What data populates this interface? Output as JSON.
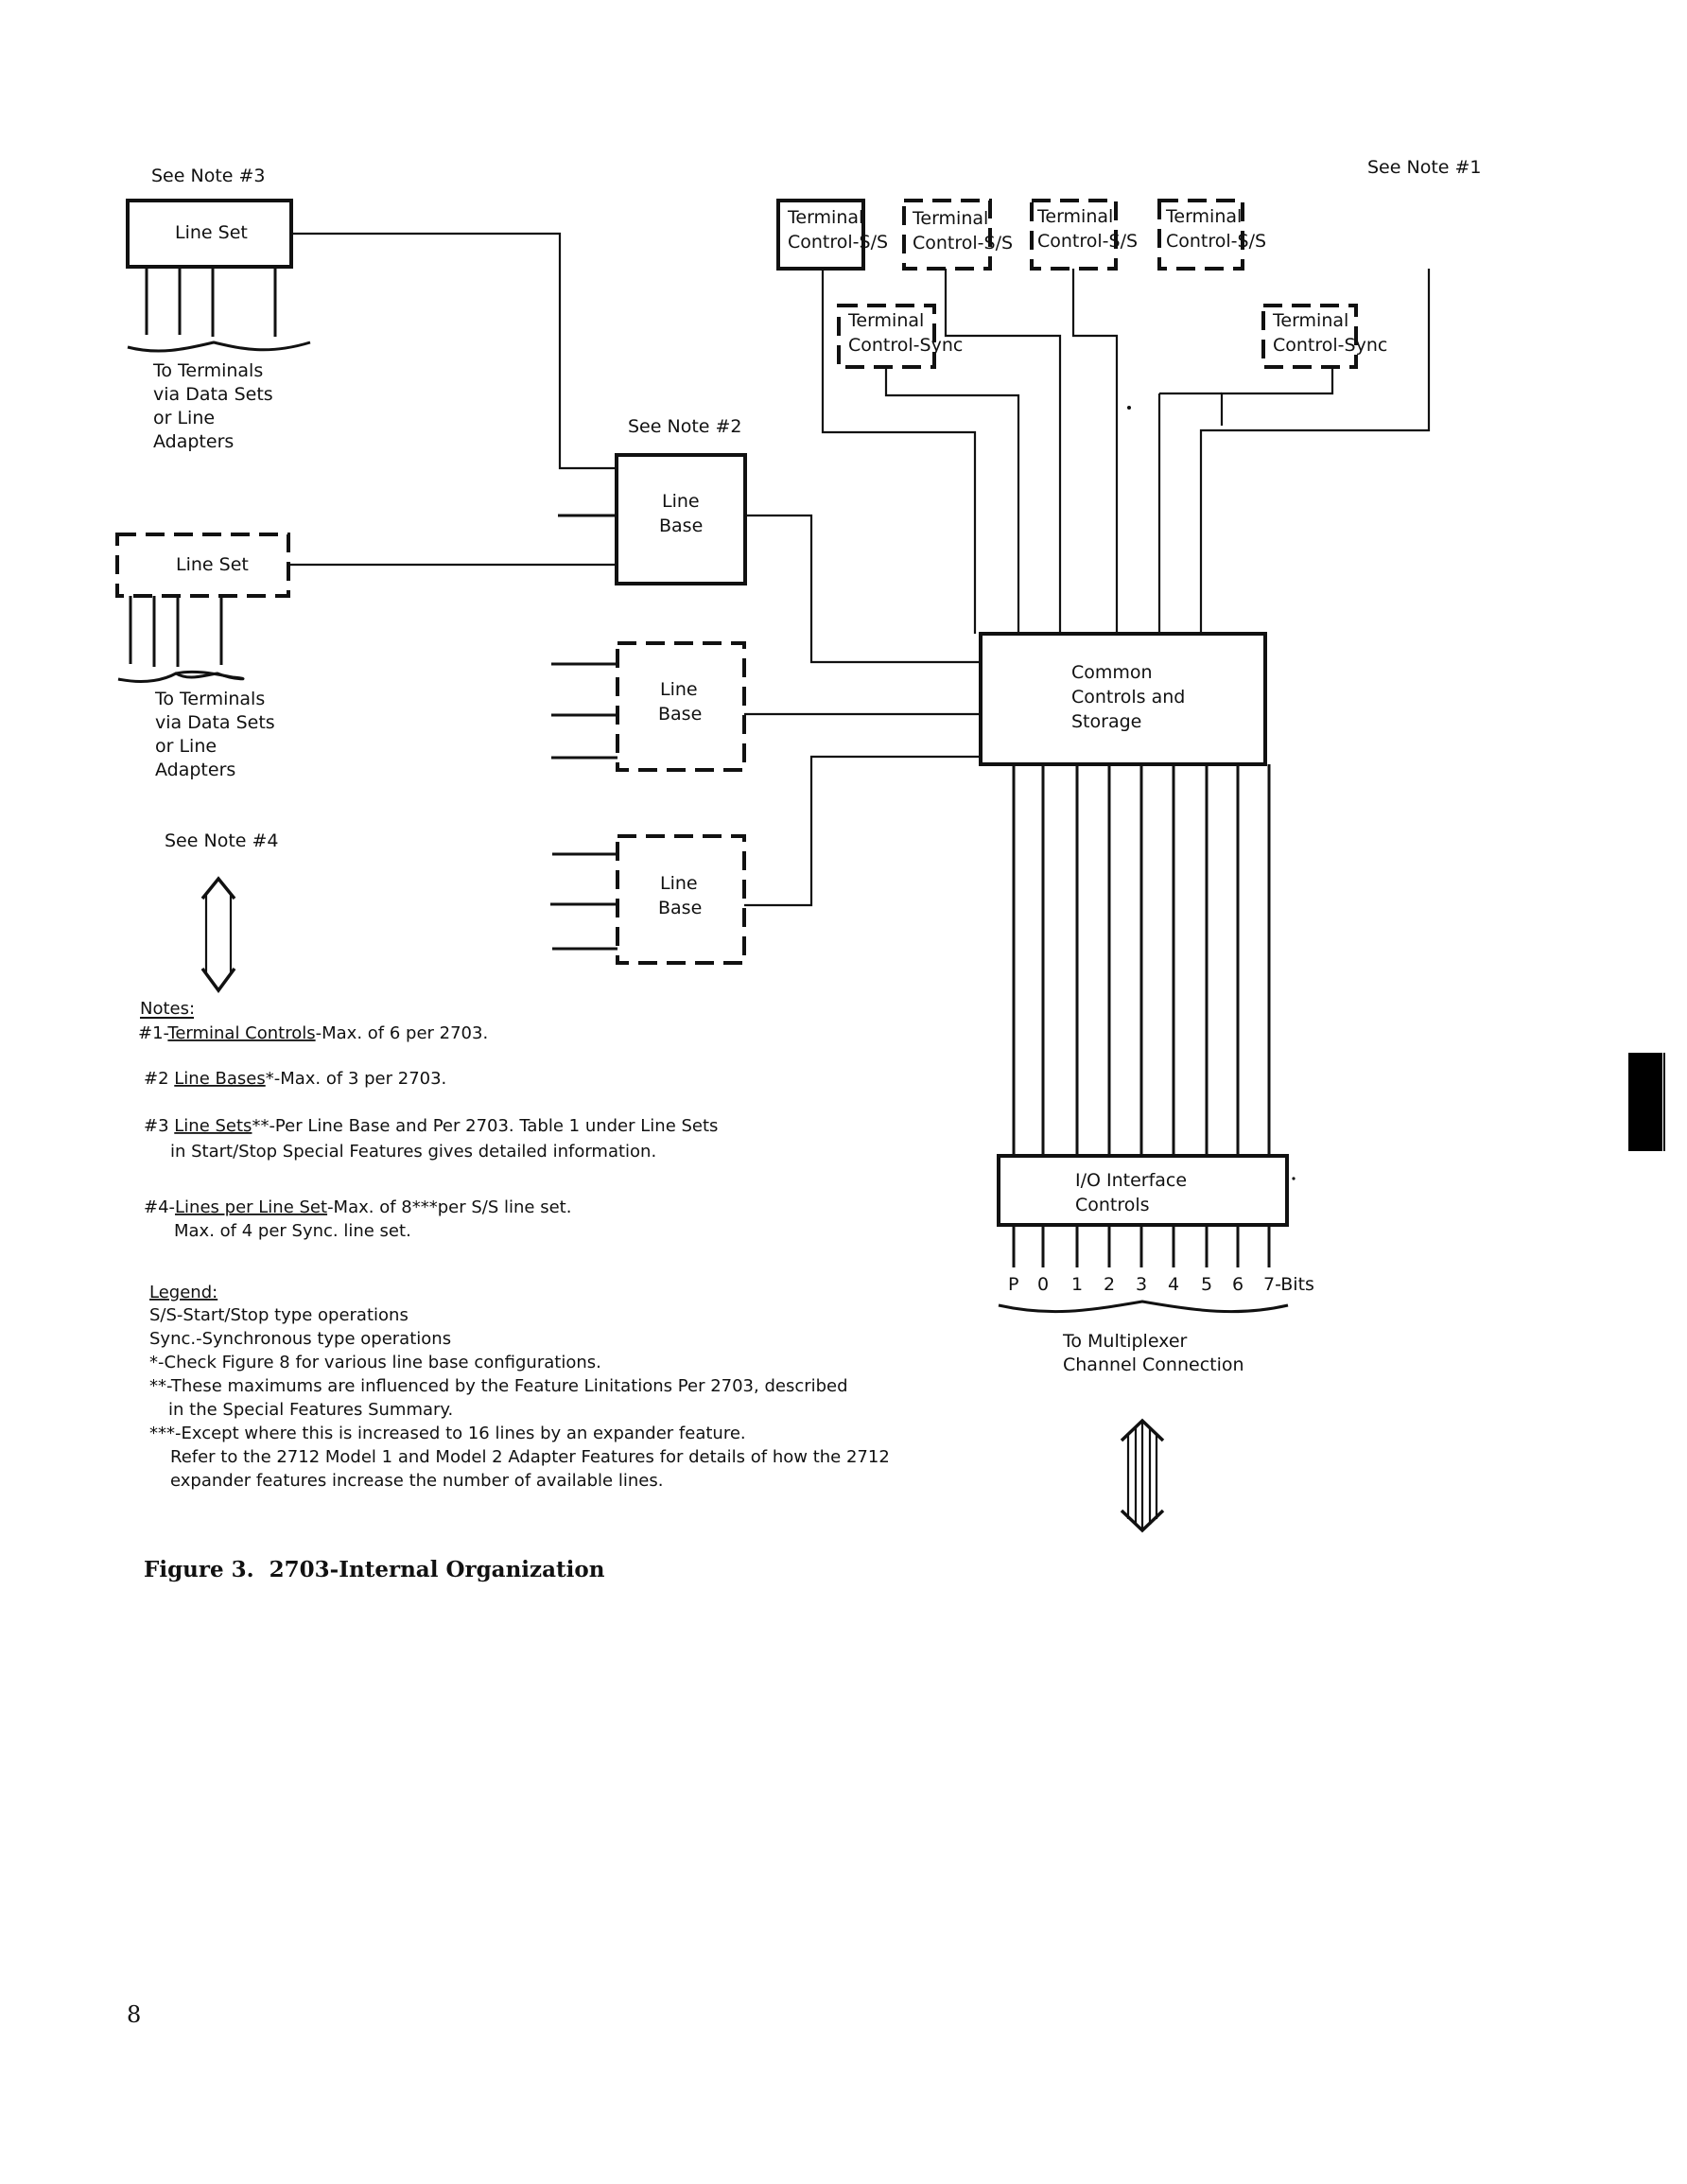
{
  "figure": {
    "caption": "Figure 3.  2703-Internal Organization",
    "page_number": "8"
  },
  "callouts": {
    "note3": "See Note #3",
    "note1": "See Note #1",
    "note2": "See Note #2",
    "note4": "See Note #4"
  },
  "line_sets": [
    {
      "label": "Line Set",
      "style": "solid",
      "lines": 4,
      "destination": [
        "To Terminals",
        "via Data Sets",
        "or Line",
        "Adapters"
      ]
    },
    {
      "label": "Line Set",
      "style": "dashed",
      "lines": 4,
      "destination": [
        "To Terminals",
        "via Data Sets",
        "or Line",
        "Adapters"
      ]
    }
  ],
  "line_bases": [
    {
      "label": [
        "Line",
        "Base"
      ],
      "style": "solid"
    },
    {
      "label": [
        "Line",
        "Base"
      ],
      "style": "dashed"
    },
    {
      "label": [
        "Line",
        "Base"
      ],
      "style": "dashed"
    }
  ],
  "terminal_controls": [
    {
      "label": [
        "Terminal",
        "Control-S/S"
      ],
      "style": "solid"
    },
    {
      "label": [
        "Terminal",
        "Control-S/S"
      ],
      "style": "dashed"
    },
    {
      "label": [
        "Terminal",
        "Control-S/S"
      ],
      "style": "dashed"
    },
    {
      "label": [
        "Terminal",
        "Control-S/S"
      ],
      "style": "dashed"
    },
    {
      "label": [
        "Terminal",
        "Control-Sync"
      ],
      "style": "dashed"
    },
    {
      "label": [
        "Terminal",
        "Control-Sync"
      ],
      "style": "dashed"
    }
  ],
  "common_controls": {
    "label": [
      "Common",
      "Controls and",
      "Storage"
    ]
  },
  "io_interface": {
    "label": [
      "I/O Interface",
      "Controls"
    ],
    "bits": [
      "P",
      "0",
      "1",
      "2",
      "3",
      "4",
      "5",
      "6",
      "7-Bits"
    ],
    "destination": [
      "To Multiplexer",
      "Channel Connection"
    ]
  },
  "notes": {
    "heading": "Notes:",
    "items": [
      {
        "prefix": "#1-",
        "term": "Terminal Controls",
        "rest": [
          "-Max. of 6 per 2703."
        ]
      },
      {
        "prefix": "#2 ",
        "term": "Line Bases",
        "rest": [
          "*-Max. of 3 per 2703."
        ]
      },
      {
        "prefix": "#3 ",
        "term": "Line Sets",
        "rest": [
          "**-Per Line Base and Per 2703.  Table 1 under Line Sets",
          "in Start/Stop Special Features gives detailed information."
        ]
      },
      {
        "prefix": "#4-",
        "term": "Lines per Line Set",
        "rest": [
          "-Max. of 8***per S/S line set.",
          "Max. of 4 per Sync. line set."
        ]
      }
    ]
  },
  "legend": {
    "heading": "Legend:",
    "items": [
      "S/S-Start/Stop type operations",
      "Sync.-Synchronous type operations",
      "*-Check Figure 8 for various line base configurations.",
      "**-These maximums are influenced by the Feature Linitations Per 2703, described",
      "in the Special Features Summary.",
      "***-Except where this is increased to 16 lines by an expander feature.",
      "Refer to the 2712 Model 1 and Model 2 Adapter Features for details of how the 2712",
      "expander features increase the number of available lines."
    ]
  }
}
